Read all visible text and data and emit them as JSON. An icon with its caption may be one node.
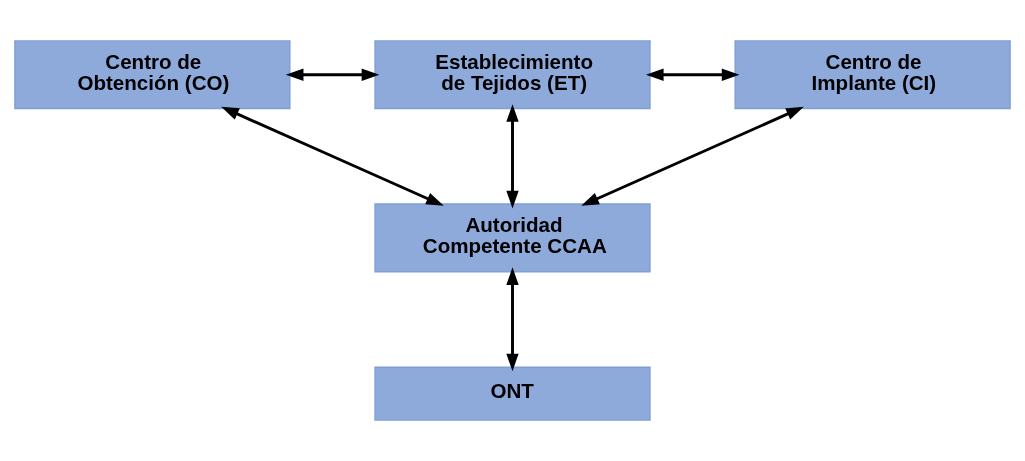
{
  "diagram": {
    "nodes": [
      {
        "text": [
          "Centro de Obtención (CO)"
        ]
      },
      {
        "text": [
          "Establecimiento de Tejidos (ET)"
        ]
      },
      {
        "text": [
          "Centro de Implante (CI)"
        ]
      },
      {
        "text": [
          "Autoridad Competente CCAA"
        ]
      },
      {
        "text": [
          "ONT"
        ]
      }
    ],
    "edges": [
      {
        "from": 0,
        "to": 1,
        "arrow": "both"
      },
      {
        "from": 1,
        "to": 2,
        "arrow": "both"
      },
      {
        "from": 0,
        "to": 3,
        "arrow": "both"
      },
      {
        "from": 1,
        "to": 3,
        "arrow": "both"
      },
      {
        "from": 2,
        "to": 3,
        "arrow": "both"
      },
      {
        "from": 3,
        "to": 4,
        "arrow": "both"
      }
    ]
  }
}
